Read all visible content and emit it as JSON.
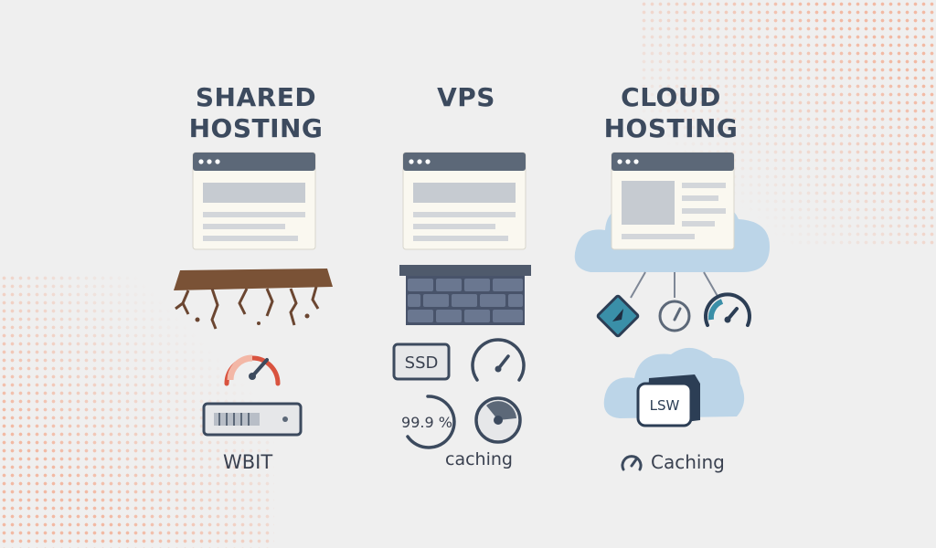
{
  "columns": [
    {
      "id": "shared",
      "title_line1": "SHARED",
      "title_line2": "HOSTING",
      "footer": "WBIT"
    },
    {
      "id": "vps",
      "title_line1": "VPS",
      "title_line2": "",
      "ssd_label": "SSD",
      "uptime": "99.9 %",
      "footer": "caching"
    },
    {
      "id": "cloud",
      "title_line1": "CLOUD",
      "title_line2": "HOSTING",
      "lsw_label": "LSW",
      "footer": "Caching"
    }
  ],
  "colors": {
    "background": "#efefef",
    "dots": "#f2b9a3",
    "browser_bar": "#5c6878",
    "browser_body": "#faf8f0",
    "cloud": "#bcd5e8",
    "soil": "#7a5236",
    "brick": "#5d6a7f",
    "gauge_red": "#d9533f",
    "accent_teal": "#3a8fa8"
  }
}
